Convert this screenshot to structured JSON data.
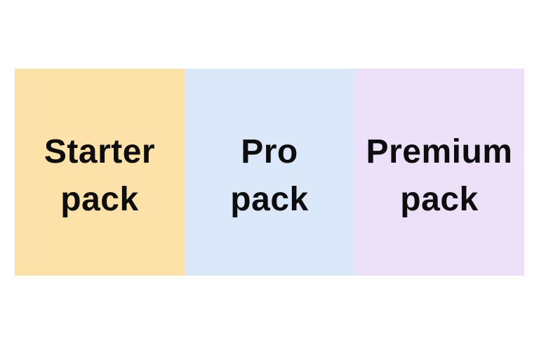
{
  "canvas": {
    "background": "#ffffff",
    "text_color": "#0d0d0d"
  },
  "packs": [
    {
      "line1": "Starter",
      "line2": "pack",
      "color": "#FCE2A8"
    },
    {
      "line1": "Pro",
      "line2": "pack",
      "color": "#DBE8FA"
    },
    {
      "line1": "Premium",
      "line2": "pack",
      "color": "#ECE1F9"
    }
  ]
}
